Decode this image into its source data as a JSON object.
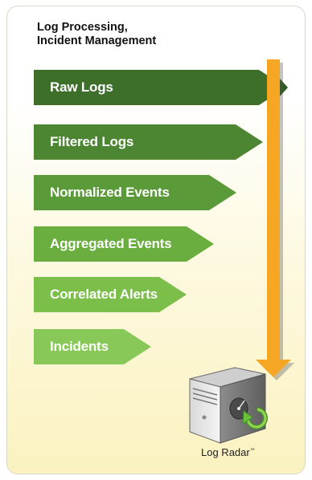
{
  "title_lines": [
    "Log Processing,",
    "Incident Management"
  ],
  "stages": [
    {
      "label": "Raw Logs",
      "color": "#3d6f2b"
    },
    {
      "label": "Filtered Logs",
      "color": "#4d8633"
    },
    {
      "label": "Normalized Events",
      "color": "#5a9a38"
    },
    {
      "label": "Aggregated Events",
      "color": "#6aae3f"
    },
    {
      "label": "Correlated Alerts",
      "color": "#7bbf4a"
    },
    {
      "label": "Incidents",
      "color": "#88c858"
    }
  ],
  "flow_arrow_color": "#f5a623",
  "product": {
    "name": "Log Radar",
    "mark": "™",
    "icon": "server-radar-icon"
  }
}
